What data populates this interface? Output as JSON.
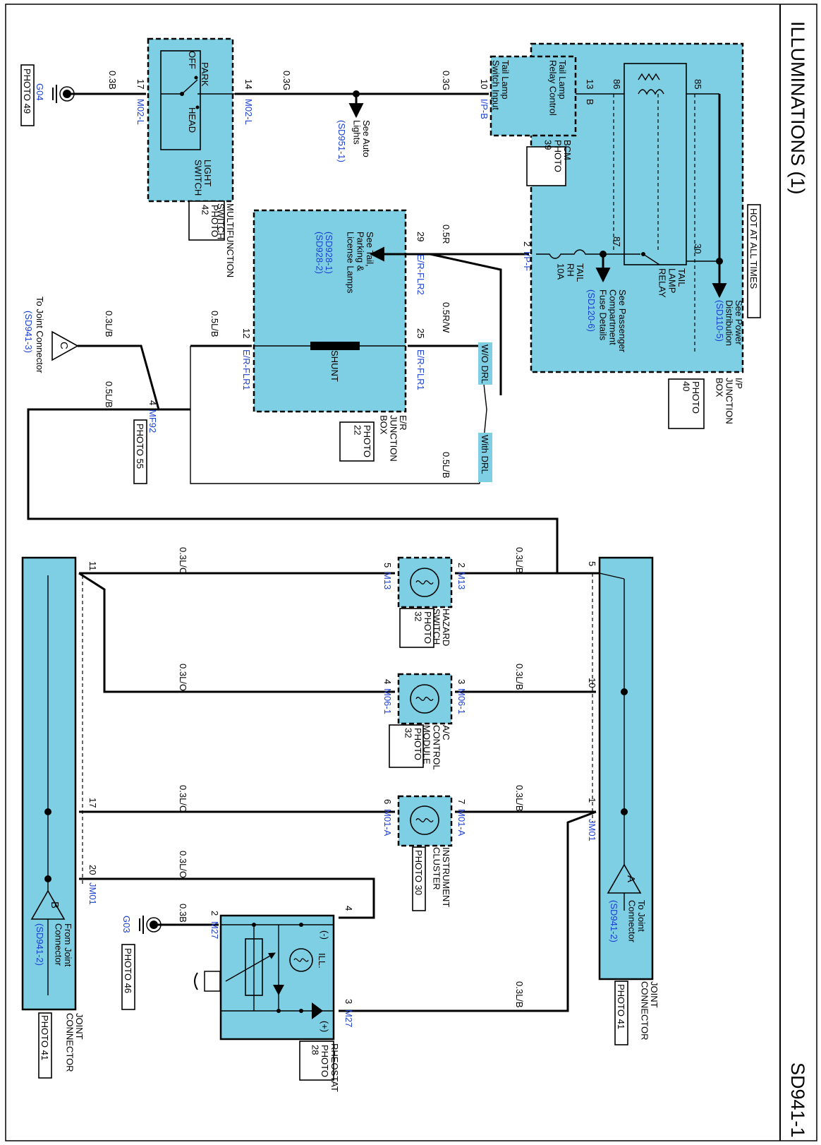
{
  "header": {
    "title": "ILLUMINATIONS (1)",
    "code": "SD941-1",
    "hot": "HOT AT ALL TIMES"
  },
  "colors": {
    "component_fill": "#7ecfe3",
    "link_text": "#1a3fd0",
    "wire": "#000000"
  },
  "grounds": {
    "g04": {
      "name": "G04",
      "photo": "PHOTO 49"
    },
    "g03": {
      "name": "G03",
      "photo": "PHOTO 46"
    }
  },
  "multifunction": {
    "title": "MULTIFUNCTION\nSWITCH",
    "photo": "PHOTO\n42",
    "inner": "LIGHT\nSWITCH",
    "park": "PARK",
    "off": "OFF",
    "head": "HEAD",
    "pin_left": "17",
    "conn_left": "M02-L",
    "pin_right": "14",
    "conn_right": "M02-L"
  },
  "wires": {
    "w_03b_left": "0.3B",
    "w_03g_a": "0.3G",
    "w_03g_b": "0.3G",
    "w_05r": "0.5R",
    "w_05rw": "0.5R/W",
    "w_05lb_a": "0.5L/B",
    "w_03lb_c": "0.3L/B",
    "w_05lb_b": "0.5L/B",
    "w_05lb_drl": "0.5L/B",
    "w_03lb_5": "0.3L/B",
    "w_03lb_10": "0.3L/B",
    "w_03lb_1": "0.3L/B",
    "w_03lb_bottom": "0.3L/B",
    "w_03lo_11": "0.3L/O",
    "w_03lo_4": "0.3L/O",
    "w_03lo_17": "0.3L/O",
    "w_03lo_20": "0.3L/O",
    "w_03b_g03": "0.3B"
  },
  "auto_lights": {
    "label": "See Auto\nLights",
    "ref": "(SD951-1)"
  },
  "bcm": {
    "label1": "Tail Lamp\nSwitch Input",
    "label2": "Tail Lamp\nRelay Control",
    "photo": "BCM\nPHOTO\n39",
    "pin10": "10",
    "conn10": "I/P-B",
    "pin13": "13",
    "conn13": "B"
  },
  "ip_box": {
    "title": "I/P\nJUNCTION\nBOX",
    "photo": "PHOTO\n40",
    "relay": "TAIL\nLAMP\nRELAY",
    "p86": "86",
    "p85": "85",
    "p87": "87",
    "p30": "30",
    "fuse": "TAIL\nRH\n10A",
    "pin2": "2",
    "conn2": "I/P-F",
    "power_label": "See Power\nDistribution",
    "power_ref": "(SD110-5)",
    "pass_label": "See Passenger\nCompartment\nFuse Details",
    "pass_ref": "(SD120-6)"
  },
  "er_box": {
    "title": "E/R\nJUNCTION\nBOX",
    "photo": "PHOTO\n22",
    "shunt": "SHUNT",
    "pin29": "29",
    "conn29": "E/R-FLR2",
    "pin25": "25",
    "conn25": "E/R-FLR1",
    "pin12": "12",
    "conn12": "E/R-FLR1",
    "tail_label": "See Tail,\nParking &\nLicense Lamps",
    "tail_ref": "(SD928-1)\n(SD928-2)"
  },
  "drl": {
    "wo": "W/O DRL",
    "with": "With DRL"
  },
  "mf92": {
    "pin": "4",
    "name": "MF92",
    "photo": "PHOTO 55"
  },
  "conn_c": {
    "letter": "C",
    "label": "To Joint Connector",
    "ref": "(SD941-3)"
  },
  "joint_right": {
    "title": "JOINT\nCONNECTOR",
    "photo": "PHOTO 41",
    "pin5": "5",
    "pin10": "10",
    "pin1": "1",
    "name": "JM01",
    "letter": "A",
    "to_label": "To Joint\nConnector",
    "to_ref": "(SD941-2)"
  },
  "joint_left": {
    "title": "JOINT\nCONNECTOR",
    "photo": "PHOTO 41",
    "pin11": "11",
    "pin17": "17",
    "pin20": "20",
    "name": "JM01",
    "letter": "B",
    "from_label": "From Joint\nConnector",
    "from_ref": "(SD941-2)"
  },
  "hazard": {
    "title": "HAZARD\nSWITCH",
    "photo": "PHOTO\n32",
    "pin_right": "2",
    "pin_left": "5",
    "conn_right": "M13",
    "conn_left": "M13"
  },
  "ac": {
    "title": "A/C\nCONTROL\nMODULE",
    "photo": "PHOTO\n32",
    "pin_right": "3",
    "pin_left": "4",
    "conn_right": "M06-1",
    "conn_left": "M06-1"
  },
  "cluster": {
    "title": "INSTRUMENT\nCLUSTER",
    "photo": "PHOTO 30",
    "pin_right": "7",
    "pin_left": "6",
    "conn_right": "M01-A",
    "conn_left": "M01-A"
  },
  "rheostat": {
    "title": "RHEOSTAT",
    "photo": "PHOTO\n28",
    "ill": "ILL.",
    "minus": "(-)",
    "plus": "(+)",
    "pin4": "4",
    "pin3": "3",
    "conn3": "M27",
    "pin2": "2",
    "conn2": "M27"
  }
}
